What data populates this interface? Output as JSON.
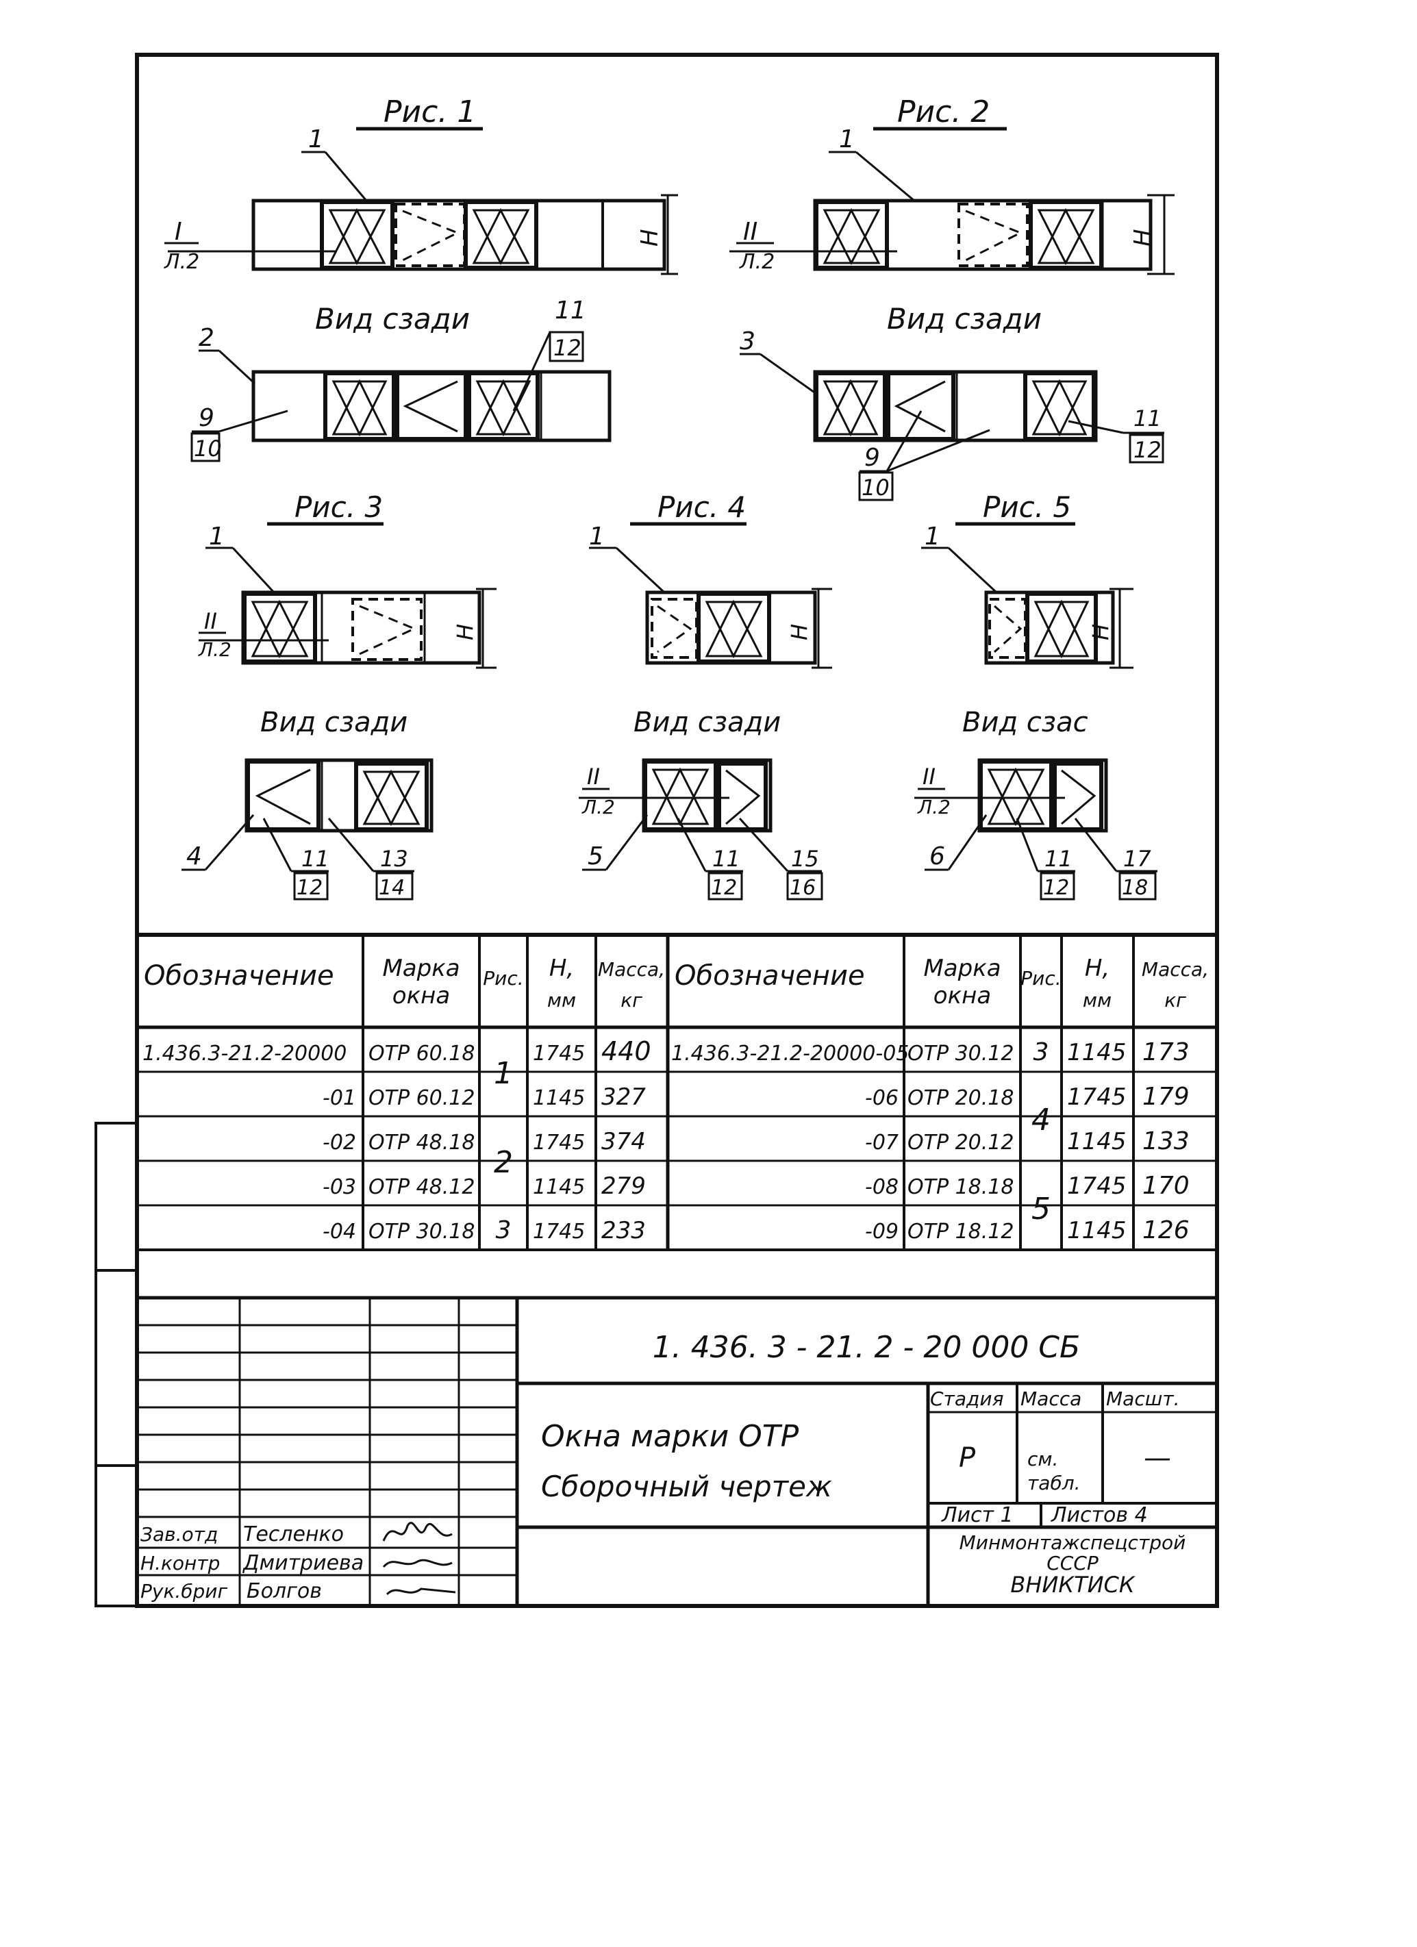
{
  "figures": [
    {
      "title": "Рис. 1",
      "leader_front": "1",
      "section_num": "I",
      "section_sheet": "Л.2",
      "dim": "Н",
      "rear_view": "Вид сзади",
      "rear_mark": "2",
      "rear_labels": [
        "9",
        "10",
        "11",
        "12"
      ]
    },
    {
      "title": "Рис. 2",
      "leader_front": "1",
      "section_num": "II",
      "section_sheet": "Л.2",
      "dim": "Н",
      "rear_view": "Вид сзади",
      "rear_mark": "3",
      "rear_labels": [
        "9",
        "10",
        "11",
        "12"
      ]
    },
    {
      "title": "Рис. 3",
      "leader_front": "1",
      "section_num": "II",
      "section_sheet": "Л.2",
      "dim": "Н",
      "rear_view": "Вид сзади",
      "rear_mark": "4",
      "rear_labels": [
        "11",
        "12",
        "13",
        "14"
      ]
    },
    {
      "title": "Рис. 4",
      "leader_front": "1",
      "dim": "Н",
      "rear_view": "Вид сзади",
      "rear_mark": "5",
      "section_num": "II",
      "section_sheet": "Л.2",
      "rear_labels": [
        "11",
        "12",
        "15",
        "16"
      ]
    },
    {
      "title": "Рис. 5",
      "leader_front": "1",
      "dim": "Н",
      "rear_view": "Вид сзас",
      "rear_mark": "6",
      "section_num": "II",
      "section_sheet": "Л.2",
      "rear_labels": [
        "11",
        "12",
        "17",
        "18"
      ]
    }
  ],
  "spec_table": {
    "headers": [
      "Обозначение",
      "Марка окна",
      "Рис.",
      "Н, мм",
      "Масса, кг"
    ],
    "left_rows": [
      {
        "designation": "1.436.3-21.2-20000",
        "mark": "ОТР 60.18",
        "h": "1745",
        "mass": "440"
      },
      {
        "designation": "-01",
        "mark": "ОТР 60.12",
        "h": "1145",
        "mass": "327"
      },
      {
        "designation": "-02",
        "mark": "ОТР 48.18",
        "h": "1745",
        "mass": "374"
      },
      {
        "designation": "-03",
        "mark": "ОТР 48.12",
        "h": "1145",
        "mass": "279"
      },
      {
        "designation": "-04",
        "mark": "ОТР 30.18",
        "h": "1745",
        "mass": "233"
      }
    ],
    "left_fig_groups": [
      "1",
      "2",
      "3"
    ],
    "right_rows": [
      {
        "designation": "1.436.3-21.2-20000-05",
        "mark": "ОТР 30.12",
        "h": "1145",
        "mass": "173"
      },
      {
        "designation": "-06",
        "mark": "ОТР 20.18",
        "h": "1745",
        "mass": "179"
      },
      {
        "designation": "-07",
        "mark": "ОТР 20.12",
        "h": "1145",
        "mass": "133"
      },
      {
        "designation": "-08",
        "mark": "ОТР 18.18",
        "h": "1745",
        "mass": "170"
      },
      {
        "designation": "-09",
        "mark": "ОТР 18.12",
        "h": "1145",
        "mass": "126"
      }
    ],
    "right_fig_groups": [
      "3",
      "4",
      "5"
    ]
  },
  "title_block": {
    "doc_code": "1. 436. 3 - 21. 2 - 20 000 СБ",
    "name_line1": "Окна марки ОТР",
    "name_line2": "Сборочный чертеж",
    "stage_header": "Стадия",
    "mass_header": "Масса",
    "scale_header": "Масшт.",
    "stage_value": "Р",
    "mass_value": "см. табл.",
    "scale_value": "—",
    "sheet": "Лист 1",
    "sheets": "Листов 4",
    "org_line1": "Минмонтажспецстрой",
    "org_line2": "СССР",
    "org_line3": "ВНИКТИСК",
    "signatures": [
      {
        "role": "Зав.отд",
        "name": "Тесленко"
      },
      {
        "role": "Н.контр",
        "name": "Дмитриева"
      },
      {
        "role": "Рук.бриг",
        "name": "Болгов"
      }
    ]
  }
}
